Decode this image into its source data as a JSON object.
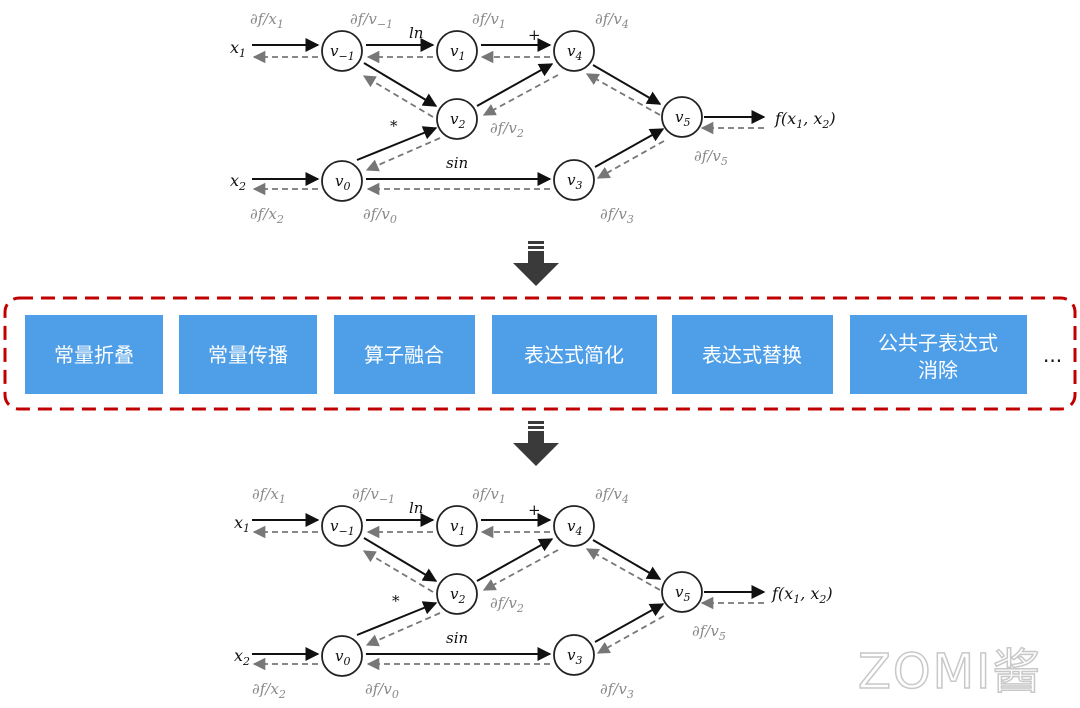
{
  "graph": {
    "input_1": "x",
    "input_1_sub": "1",
    "input_2": "x",
    "input_2_sub": "2",
    "output": "f(x",
    "output_sub1": "1",
    "output_mid": ", x",
    "output_sub2": "2",
    "output_end": ")",
    "nodes": [
      {
        "id": "v_-1",
        "base": "v",
        "sub": "−1"
      },
      {
        "id": "v_1",
        "base": "v",
        "sub": "1"
      },
      {
        "id": "v_4",
        "base": "v",
        "sub": "4"
      },
      {
        "id": "v_2",
        "base": "v",
        "sub": "2"
      },
      {
        "id": "v_5",
        "base": "v",
        "sub": "5"
      },
      {
        "id": "v_0",
        "base": "v",
        "sub": "0"
      },
      {
        "id": "v_3",
        "base": "v",
        "sub": "3"
      }
    ],
    "ops": {
      "ln": "ln",
      "plus": "+",
      "mul": "*",
      "sin": "sin"
    },
    "grads": {
      "x1": {
        "base": "∂f/x",
        "sub": "1"
      },
      "vm1": {
        "base": "∂f/v",
        "sub": "−1"
      },
      "v1": {
        "base": "∂f/v",
        "sub": "1"
      },
      "v4": {
        "base": "∂f/v",
        "sub": "4"
      },
      "v2": {
        "base": "∂f/v",
        "sub": "2"
      },
      "v5": {
        "base": "∂f/v",
        "sub": "5"
      },
      "x2": {
        "base": "∂f/x",
        "sub": "2"
      },
      "v0": {
        "base": "∂f/v",
        "sub": "0"
      },
      "v3": {
        "base": "∂f/v",
        "sub": "3"
      }
    }
  },
  "optimizations": {
    "items": [
      "常量折叠",
      "常量传播",
      "算子融合",
      "表达式简化",
      "表达式替换"
    ],
    "last_line1": "公共子表达式",
    "last_line2": "消除",
    "ellipsis": "..."
  },
  "colors": {
    "box_fill": "#4f9fe8",
    "frame": "#c00000",
    "grad_text": "#8a8a8a"
  },
  "watermark": "ZOMI酱"
}
